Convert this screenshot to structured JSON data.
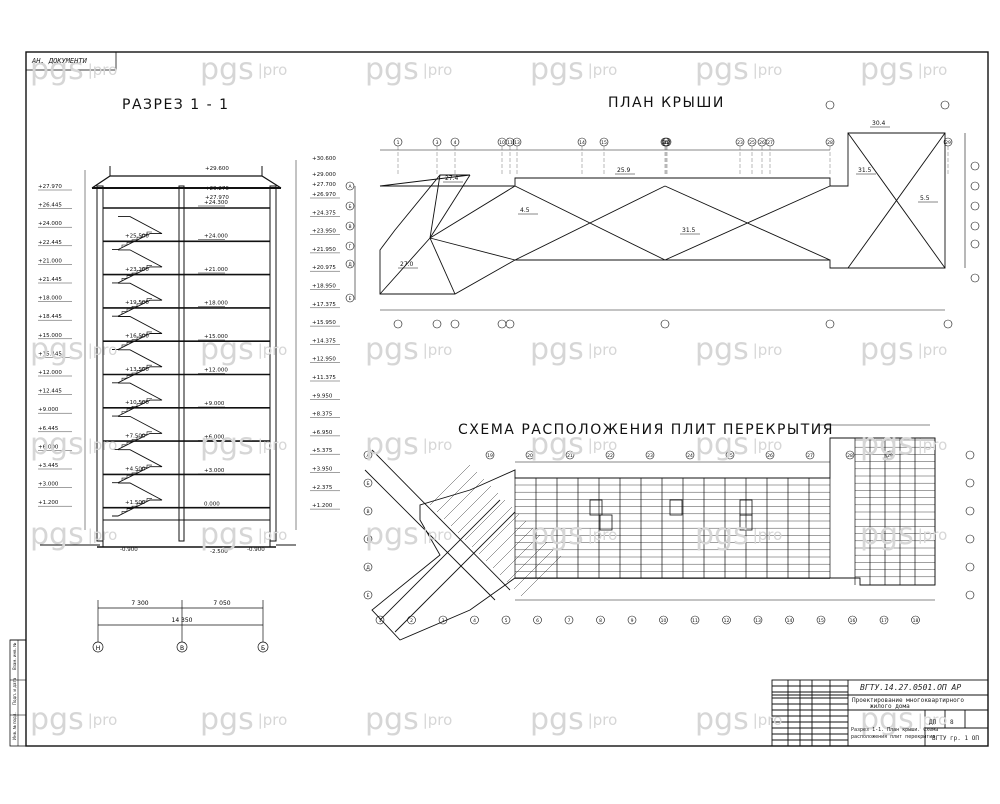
{
  "watermark": {
    "brand": "pgs",
    "suffix": "pro"
  },
  "stamp": "АН. ДОКУМЕНТИ",
  "titles": {
    "section": "РАЗРЕЗ 1 - 1",
    "roof_plan": "ПЛАН КРЫШИ",
    "slab_scheme": "СХЕМА РАСПОЛОЖЕНИЯ ПЛИТ ПЕРЕКРЫТИЯ"
  },
  "section": {
    "top_marks": [
      "+29.600",
      "+30.600",
      "+29.270",
      "+29.000",
      "+27.970",
      "+27.700"
    ],
    "left_levels": [
      "+27.970",
      "+26.445",
      "+24.000",
      "+22.445",
      "+21.000",
      "+21.445",
      "+18.000",
      "+18.445",
      "+15.000",
      "+15.445",
      "+12.000",
      "+12.445",
      "+9.000",
      "+6.445",
      "+6.000",
      "+3.445",
      "+3.000",
      "+1.200"
    ],
    "right_levels": [
      "+26.970",
      "+24.375",
      "+23.950",
      "+21.950",
      "+20.975",
      "+18.950",
      "+17.375",
      "+15.950",
      "+14.375",
      "+12.950",
      "+11.375",
      "+9.950",
      "+8.375",
      "+6.950",
      "+5.375",
      "+3.950",
      "+2.375",
      "+1.200"
    ],
    "floor_marks": [
      "+24.300",
      "+24.000",
      "+21.000",
      "+18.000",
      "+15.000",
      "+12.000",
      "+9.000",
      "+6.000",
      "+3.000",
      "0.000"
    ],
    "stair_marks": [
      "+25.500",
      "+23.100",
      "+19.500",
      "+16.500",
      "+13.500",
      "+10.500",
      "+7.500",
      "+4.500",
      "+1.500"
    ],
    "base_marks": [
      "-0.900",
      "-0.900",
      "-2.500"
    ],
    "dims": [
      "7 300",
      "7 050",
      "14 350"
    ],
    "axes": [
      "Н",
      "В",
      "Б"
    ]
  },
  "roof_plan": {
    "slopes": [
      "27.4",
      "25.9",
      "4.5",
      "27.0",
      "31.5",
      "30.4",
      "31.5",
      "5.5"
    ],
    "axes_top": [
      "1",
      "3",
      "4",
      "10",
      "11",
      "13",
      "14",
      "15",
      "20",
      "21",
      "22",
      "23",
      "25",
      "26",
      "27",
      "28",
      "29"
    ],
    "axes_left": [
      "А",
      "Б",
      "В",
      "Г",
      "Д",
      "Е"
    ]
  },
  "slab_scheme": {
    "axes_top": [
      "19",
      "20",
      "21",
      "22",
      "23",
      "24",
      "25",
      "26",
      "27",
      "28",
      "29"
    ],
    "axes_bottom": [
      "1",
      "2",
      "3",
      "4",
      "5",
      "6",
      "7",
      "8",
      "9",
      "10",
      "11",
      "12",
      "13",
      "14",
      "15",
      "16",
      "17",
      "18"
    ],
    "axes_left": [
      "А",
      "Б",
      "В",
      "Г",
      "Д",
      "Е"
    ]
  },
  "title_block": {
    "code": "ВГТУ.14.27.0501.ОП  АР",
    "project": "Проектирование многоквартирного",
    "project_2": "жилого дома",
    "sheet_caption": "Разрез 1-1. План крыши. Схема",
    "sheet_caption_2": "расположения плит перекрытия",
    "stage": "ДП",
    "sheet": "8",
    "org": "ВГТУ гр. 1 ОП"
  },
  "side_stamp": [
    "Инв. № подл.",
    "Подп. и дата",
    "Взам. инв. №"
  ]
}
